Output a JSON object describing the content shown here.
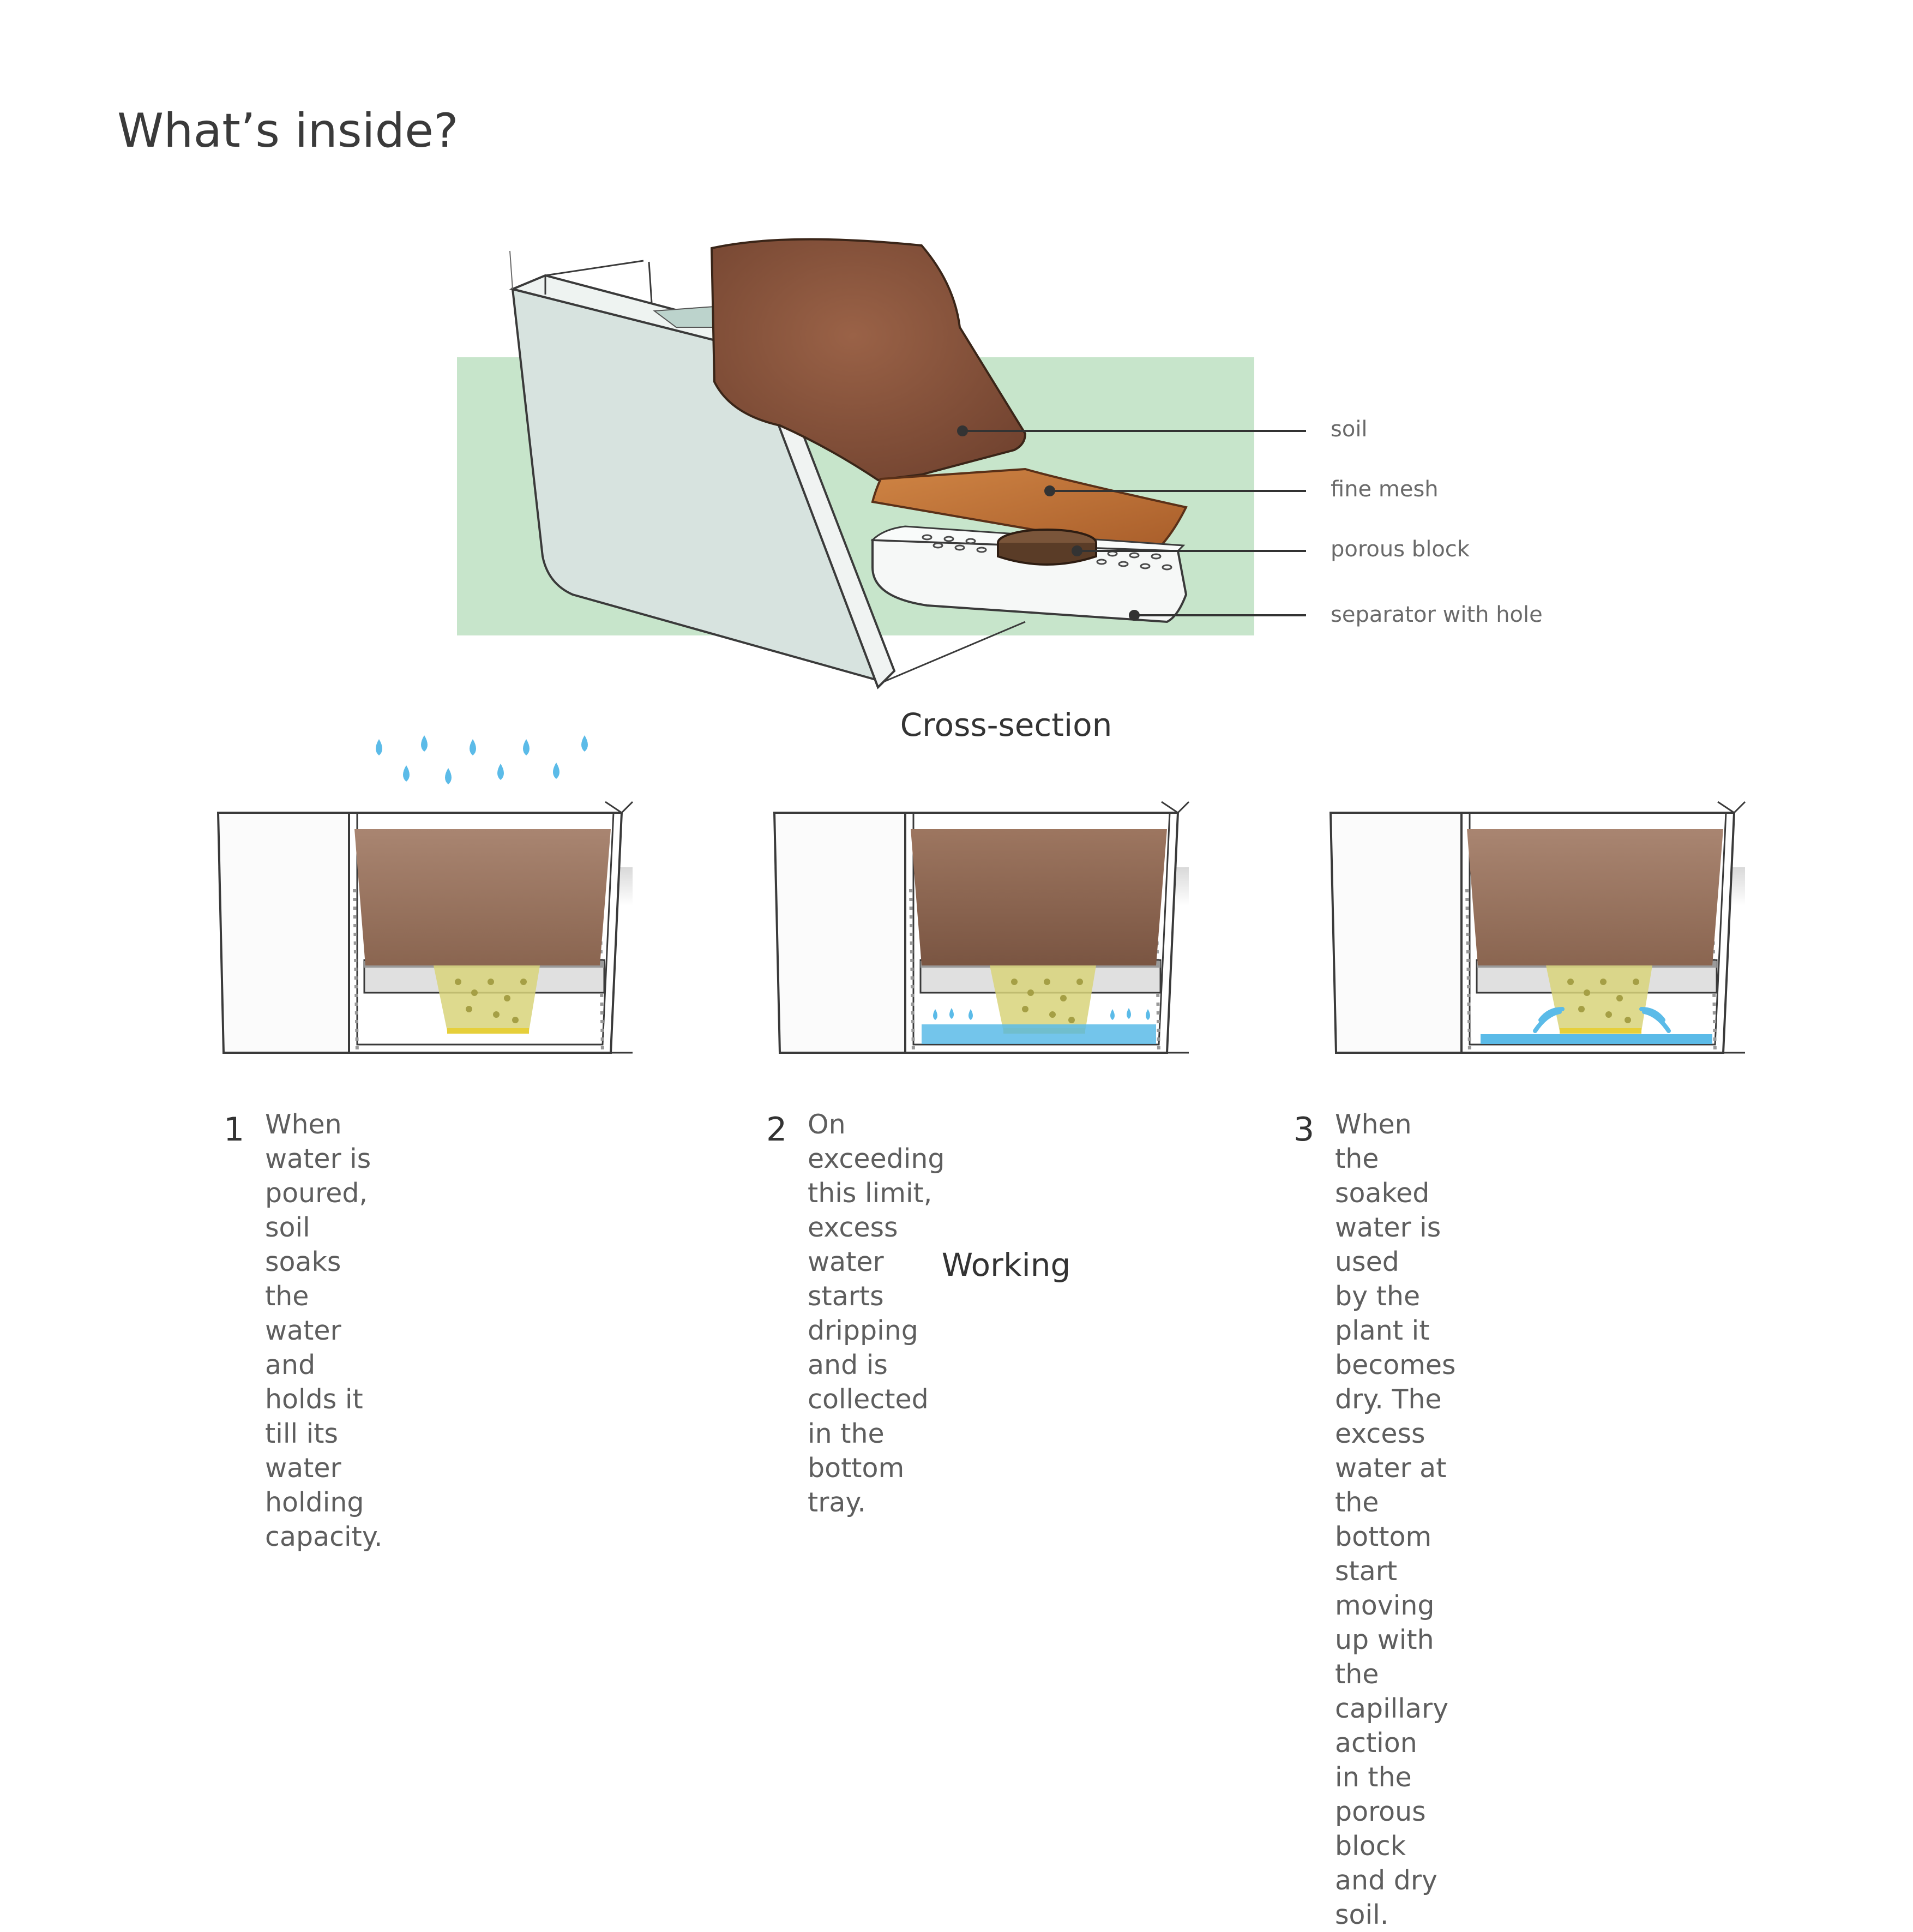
{
  "title": "What’s inside?",
  "cross_section": {
    "caption": "Cross-section",
    "parts": [
      {
        "id": "soil",
        "label": "soil"
      },
      {
        "id": "mesh",
        "label": "fine mesh"
      },
      {
        "id": "block",
        "label": "porous block"
      },
      {
        "id": "separator",
        "label": "separator with hole"
      }
    ]
  },
  "working": {
    "caption": "Working",
    "steps": [
      {
        "number": "1",
        "text": "When water is poured, soil\nsoaks the water and holds it\ntill its water holding capacity."
      },
      {
        "number": "2",
        "text": "On exceeding this limit, excess\nwater starts dripping and is\ncollected in the bottom tray."
      },
      {
        "number": "3",
        "text": "When the soaked water is used\nby the plant it becomes dry. The\nexcess water at the bottom start\nmoving up with the  capillary action\nin the porous block and dry soil."
      }
    ]
  },
  "colors": {
    "backdrop": "#c7e5cb",
    "pot": "#d7e3df",
    "soil": "#8a553e",
    "mesh": "#c2733a",
    "block": "#6b4a33",
    "water": "#5bbbe8",
    "porous": "#d8d47a"
  }
}
